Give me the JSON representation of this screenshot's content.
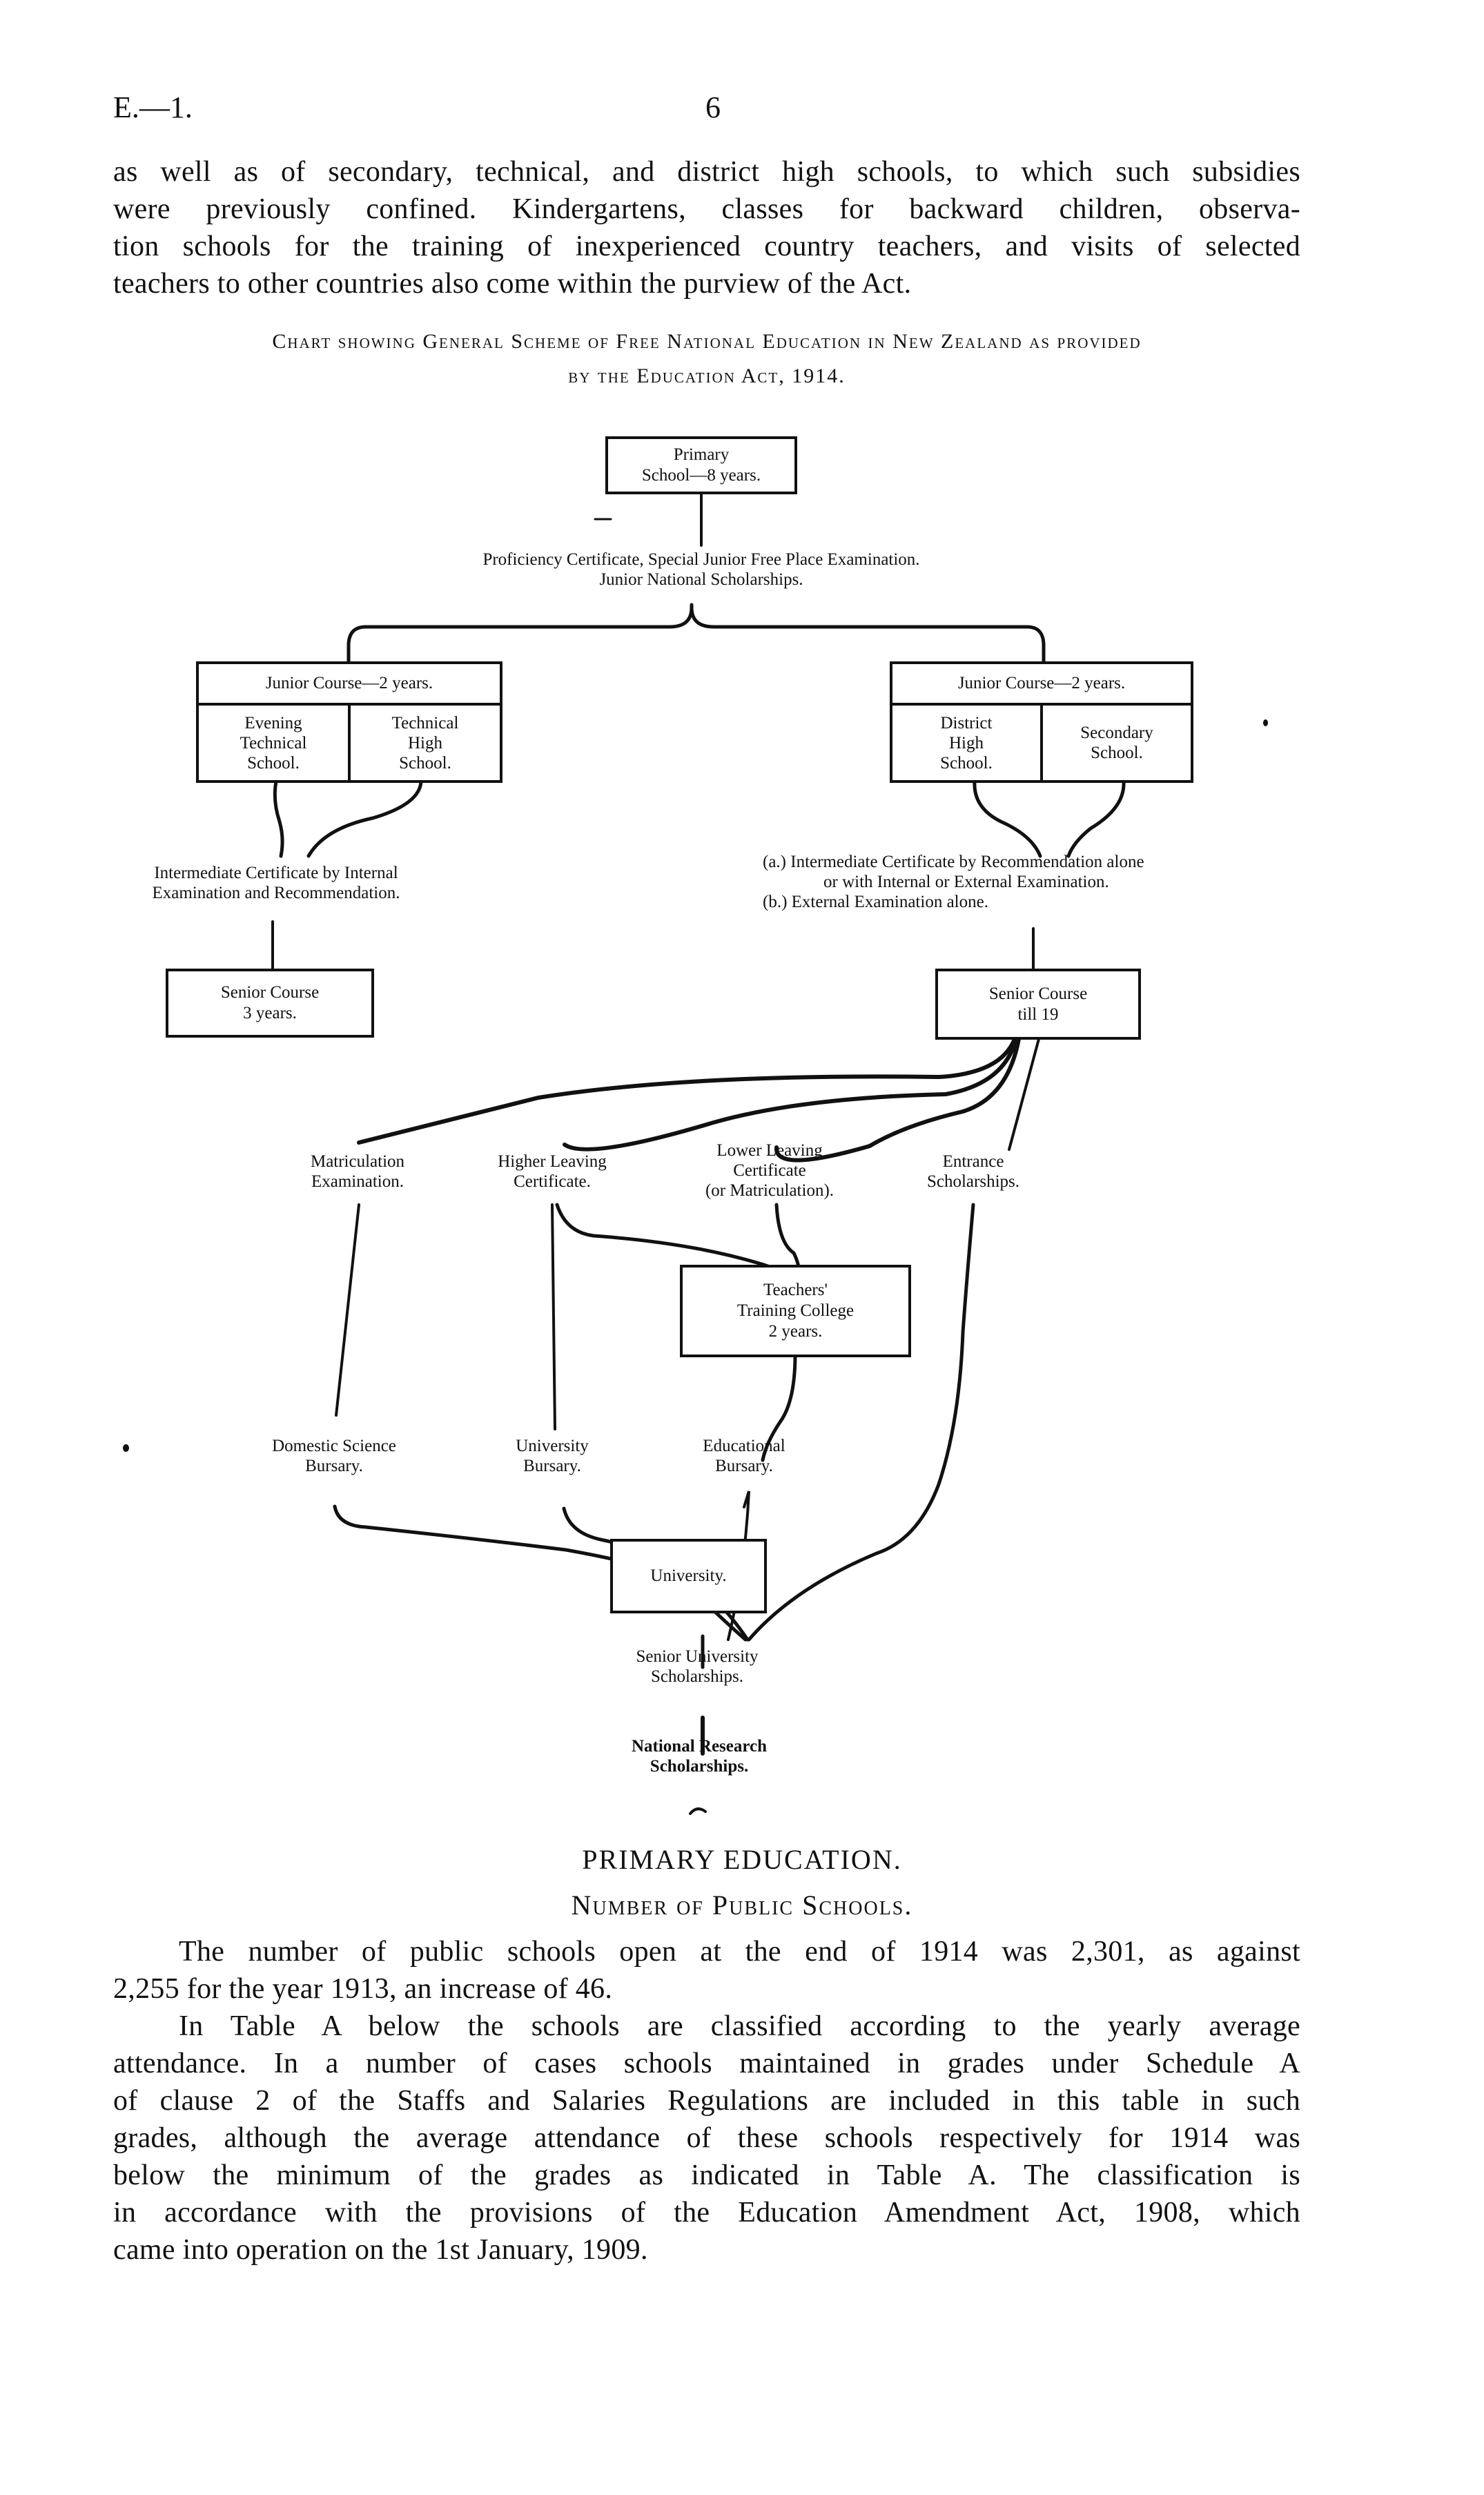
{
  "page": {
    "header_left": "E.—1.",
    "page_number": "6"
  },
  "intro_paragraph": {
    "lines": [
      "as well as of secondary, technical, and district high schools, to which such subsidies",
      "were previously confined.  Kindergartens, classes for backward children, observa-",
      "tion schools for the training of inexperienced country teachers, and visits of selected",
      "teachers to other countries also come within the purview of the Act."
    ]
  },
  "chart": {
    "title_line1": "Chart showing General Scheme of Free National Education in New Zealand as provided",
    "title_line2": "by the Education Act, 1914.",
    "primary_school": {
      "line1": "Primary",
      "line2": "School—8 years."
    },
    "proficiency": {
      "line1": "Proficiency Certificate, Special Junior Free Place Examination.",
      "line2": "Junior National Scholarships."
    },
    "left_junior": {
      "header": "Junior Course—2 years.",
      "cell1": [
        "Evening",
        "Technical",
        "School."
      ],
      "cell2": [
        "Technical",
        "High",
        "School."
      ]
    },
    "right_junior": {
      "header": "Junior Course—2 years.",
      "cell1": [
        "District",
        "High",
        "School."
      ],
      "cell2": [
        "Secondary",
        "School."
      ]
    },
    "left_certificate": {
      "line1": "Intermediate Certificate by Internal",
      "line2": "Examination and Recommendation."
    },
    "right_certificate": {
      "line1": "(a.) Intermediate Certificate by Recommendation alone",
      "line2": "or with Internal or External Examination.",
      "line3": "(b.) External Examination alone."
    },
    "left_senior": {
      "line1": "Senior Course",
      "line2": "3 years."
    },
    "right_senior": {
      "line1": "Senior Course",
      "line2": "till 19"
    },
    "outcomes": {
      "matriculation": [
        "Matriculation",
        "Examination."
      ],
      "higher_leaving": [
        "Higher Leaving",
        "Certificate."
      ],
      "lower_leaving": [
        "Lower Leaving",
        "Certificate",
        "(or Matriculation)."
      ],
      "entrance": [
        "Entrance",
        "Scholarships."
      ]
    },
    "training_college": [
      "Teachers'",
      "Training College",
      "2 years."
    ],
    "bursaries": {
      "domestic": [
        "Domestic Science",
        "Bursary."
      ],
      "university": [
        "University",
        "Bursary."
      ],
      "educational": [
        "Educational",
        "Bursary."
      ]
    },
    "university": "University.",
    "senior_scholarships": [
      "Senior University",
      "Scholarships."
    ],
    "national_research": [
      "National Research",
      "Scholarships."
    ]
  },
  "primary_section": {
    "heading": "PRIMARY EDUCATION.",
    "subheading": "Number of Public Schools.",
    "paragraph1_lines": [
      "The number of public schools open at the end of 1914 was 2,301, as against",
      "2,255 for the year 1913, an increase of 46."
    ],
    "paragraph2_lines": [
      "In Table A below the schools are classified according to the yearly average",
      "attendance.  In a number of cases schools maintained in grades under Schedule A",
      "of clause 2 of the Staffs and Salaries Regulations are included in this table in such",
      "grades, although the average attendance of these schools respectively for 1914 was",
      "below the minimum of the grades as indicated in Table A.  The classification is",
      "in accordance with the provisions of the Education Amendment Act, 1908, which",
      "came into operation on the 1st January, 1909."
    ]
  }
}
